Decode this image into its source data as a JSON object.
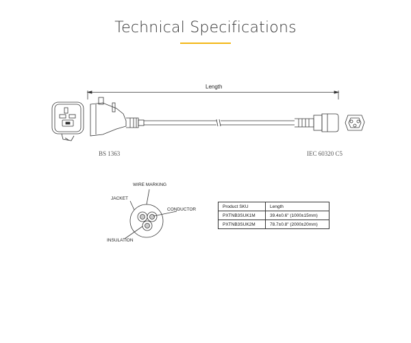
{
  "header": {
    "title": "Technical Specifications",
    "accent_color": "#f3b614"
  },
  "cable_drawing": {
    "length_label": "Length",
    "left_connector_label": "BS 1363",
    "right_connector_label": "IEC 60320 C5"
  },
  "cross_section": {
    "wire_marking_label": "WIRE MARKING",
    "jacket_label": "JACKET",
    "conductor_label": "CONDUCTOR",
    "insulation_label": "INSULATION"
  },
  "spec_table": {
    "headers": [
      "Product SKU",
      "Length"
    ],
    "rows": [
      [
        "PXTNB3SUK1M",
        "39.4±0.6\" (1000±15mm)"
      ],
      [
        "PXTNB3SUK2M",
        "78.7±0.8\" (2000±20mm)"
      ]
    ]
  }
}
